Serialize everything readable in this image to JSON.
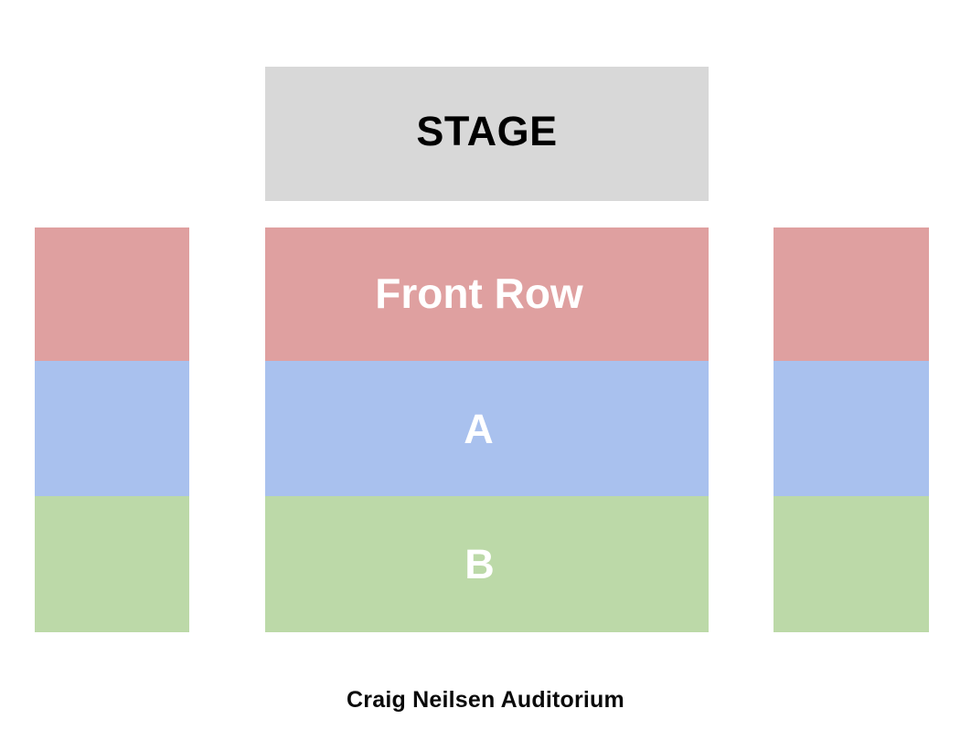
{
  "venue": {
    "name": "Craig Neilsen Auditorium"
  },
  "stage": {
    "label": "STAGE",
    "color": "#d8d8d8",
    "text_color": "#000000"
  },
  "sections": [
    {
      "id": "front-row",
      "label": "Front Row",
      "color": "#dfa0a0",
      "text_color": "#ffffff"
    },
    {
      "id": "a",
      "label": "A",
      "color": "#a9c1ee",
      "text_color": "#ffffff"
    },
    {
      "id": "b",
      "label": "B",
      "color": "#bcd9a8",
      "text_color": "#ffffff"
    }
  ],
  "blocks": [
    {
      "id": "left",
      "label": ""
    },
    {
      "id": "center",
      "label": ""
    },
    {
      "id": "right",
      "label": ""
    }
  ],
  "labels": {
    "center_front_row": "Front Row",
    "center_a": "A",
    "center_b": "B"
  }
}
